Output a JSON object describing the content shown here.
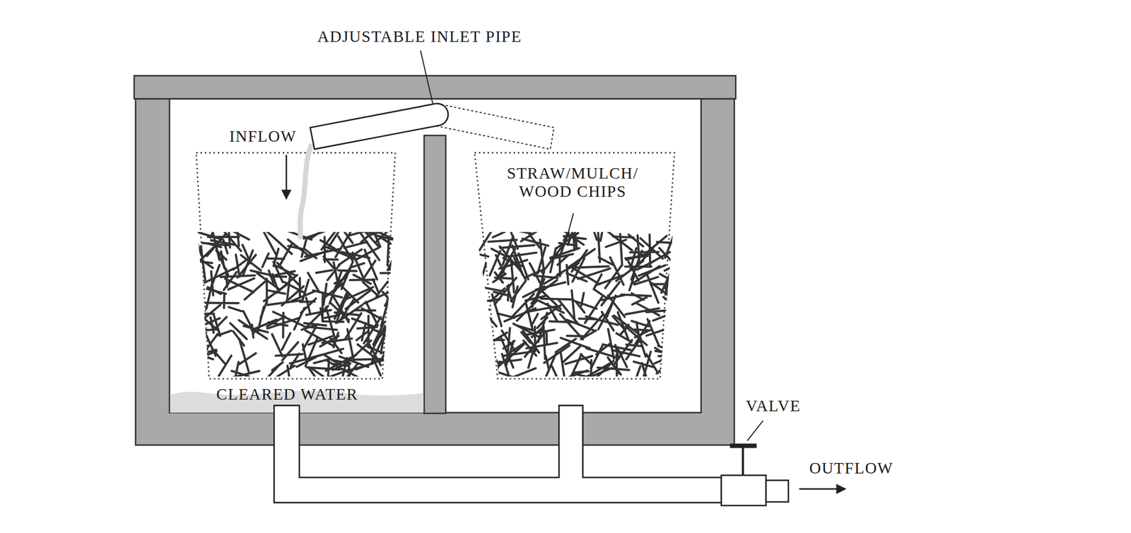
{
  "diagram": {
    "labels": [
      "ADJUSTABLE INLET PIPE",
      "INFLOW",
      "STRAW/MULCH/ WOOD CHIPS",
      "CLEARED WATER",
      "VALVE",
      "OUTFLOW"
    ]
  }
}
